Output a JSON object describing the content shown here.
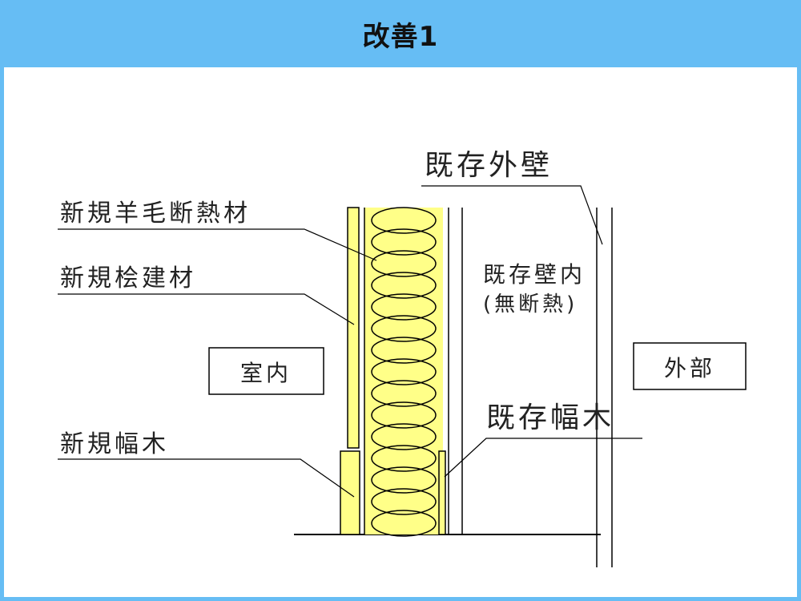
{
  "header": {
    "title": "改善1"
  },
  "diagram": {
    "labels": {
      "new_wool_insulation": "新規羊毛断熱材",
      "new_cypress_material": "新規桧建材",
      "new_baseboard": "新規幅木",
      "existing_exterior_wall": "既存外壁",
      "existing_wall_interior": "既存壁内",
      "no_insulation": "(無断熱)",
      "existing_baseboard": "既存幅木",
      "indoor": "室内",
      "outdoor": "外部"
    },
    "colors": {
      "insulation_fill": "#ffff88",
      "board_fill": "#ffff88",
      "line": "#000000",
      "header_bg": "#66bdf4"
    }
  }
}
